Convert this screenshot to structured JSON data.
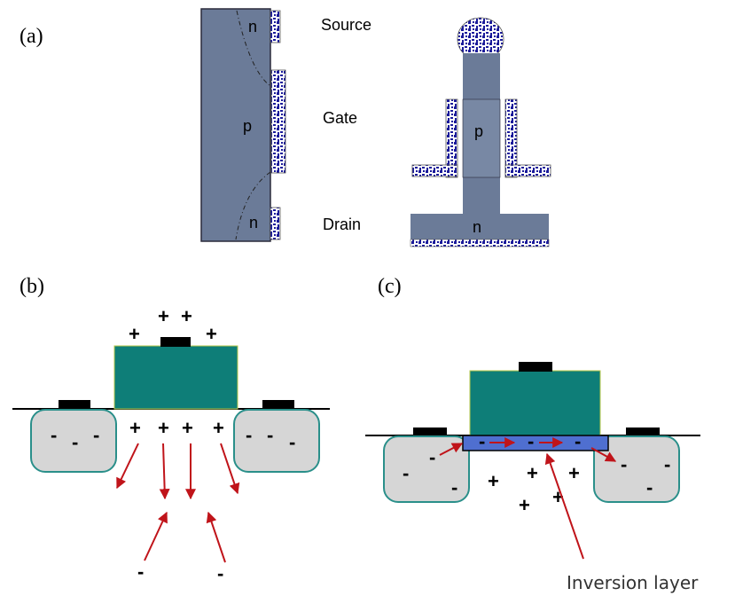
{
  "panel_labels": {
    "a": "(a)",
    "b": "(b)",
    "c": "(c)"
  },
  "panel_a": {
    "source": "Source",
    "gate": "Gate",
    "drain": "Drain",
    "n_top": "n",
    "p_region": "p",
    "n_bottom": "n",
    "p_region_right": "p",
    "n_region_right": "n"
  },
  "panel_b": {
    "plus": "+",
    "minus": "-"
  },
  "panel_c": {
    "plus": "+",
    "minus": "-",
    "inversion_label": "Inversion layer"
  },
  "colors": {
    "semiconductor": "#6b7b98",
    "oxide": "#0e7e78",
    "well": "#d6d6d6",
    "well_border": "#2a8f8a",
    "inversion": "#4f6fd0",
    "arrow": "#c0141a",
    "contact": "#000000"
  }
}
